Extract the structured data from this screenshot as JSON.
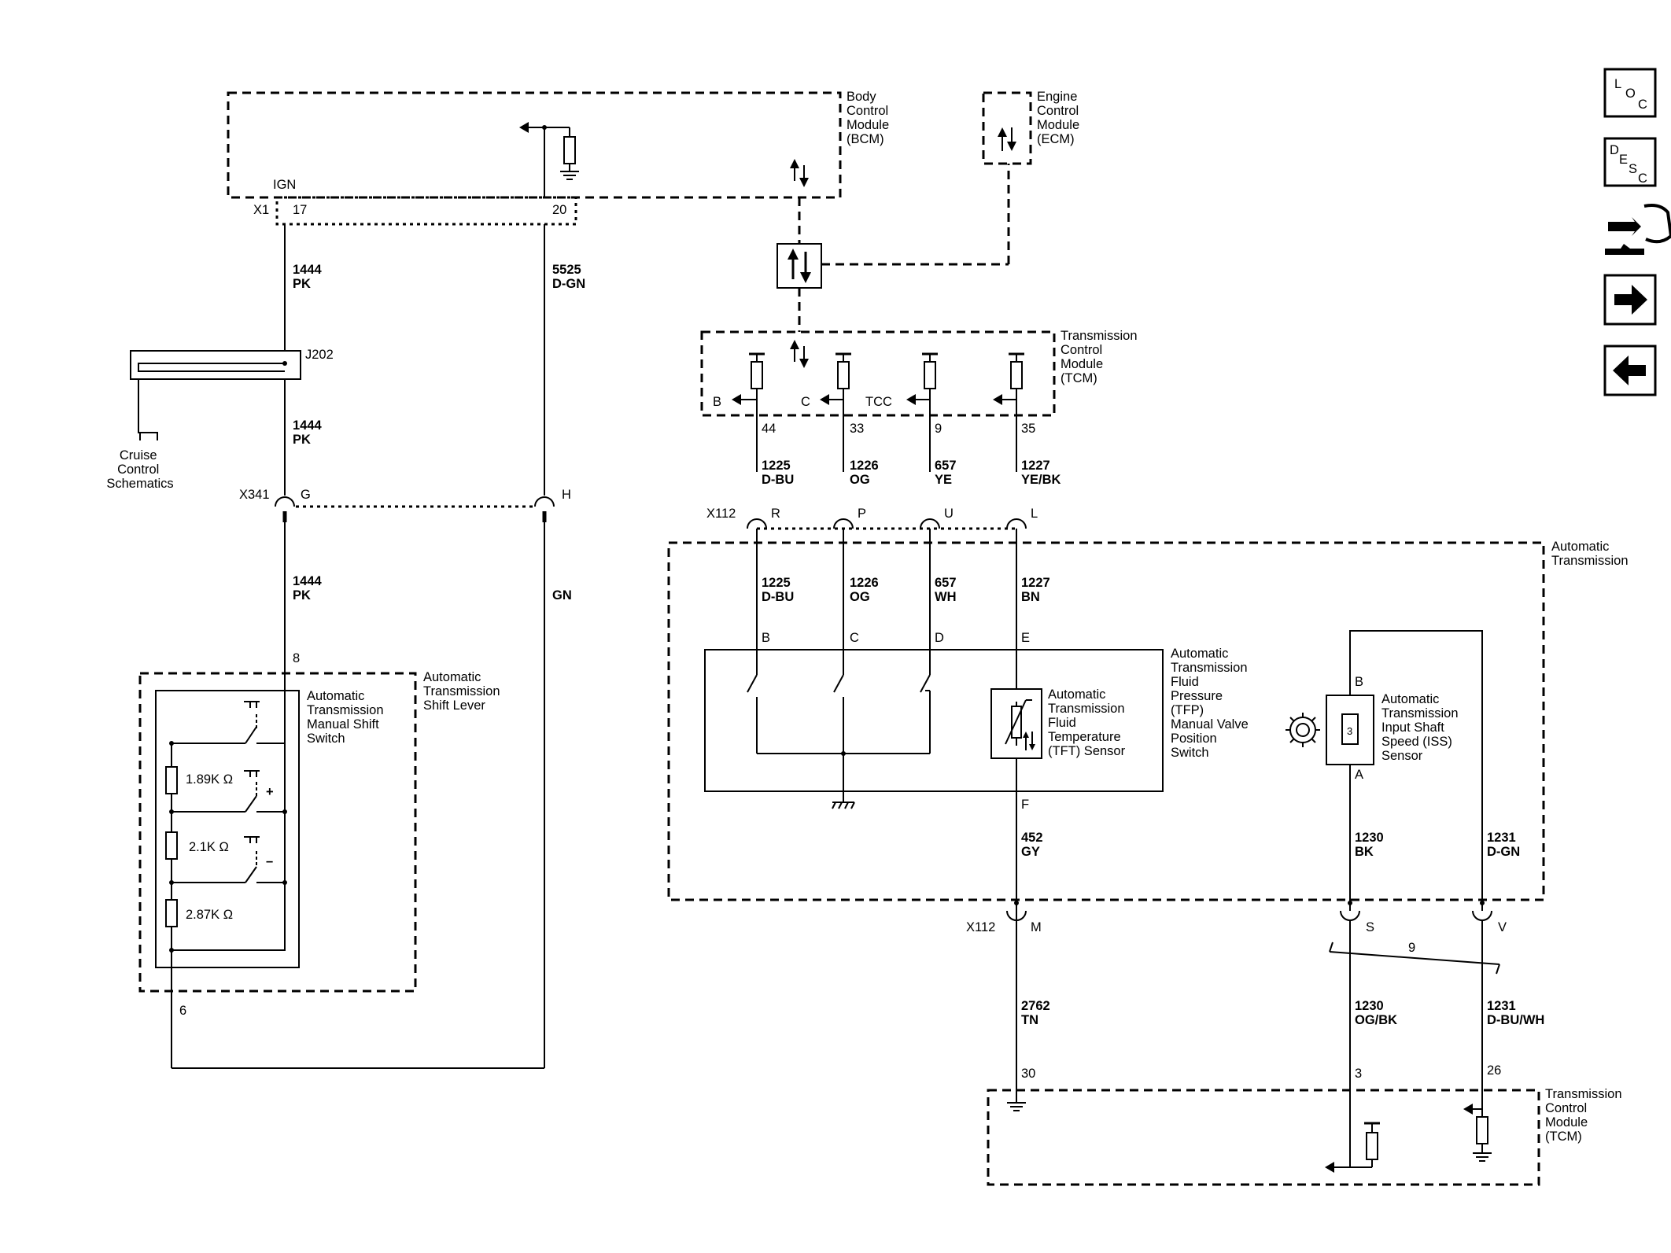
{
  "modules": {
    "bcm": [
      "Body",
      "Control",
      "Module",
      "(BCM)"
    ],
    "ecm": [
      "Engine",
      "Control",
      "Module",
      "(ECM)"
    ],
    "tcm_top": [
      "Transmission",
      "Control",
      "Module",
      "(TCM)"
    ],
    "tcm_bottom": [
      "Transmission",
      "Control",
      "Module",
      "(TCM)"
    ],
    "auto_trans": [
      "Automatic",
      "Transmission"
    ],
    "shift_lever": [
      "Automatic",
      "Transmission",
      "Shift Lever"
    ]
  },
  "components": {
    "manual_shift_switch": [
      "Automatic",
      "Transmission",
      "Manual Shift",
      "Switch"
    ],
    "tfp_switch": [
      "Automatic",
      "Transmission",
      "Fluid",
      "Pressure",
      "(TFP)",
      "Manual Valve",
      "Position",
      "Switch"
    ],
    "tft_sensor": [
      "Automatic",
      "Transmission",
      "Fluid",
      "Temperature",
      "(TFT) Sensor"
    ],
    "iss_sensor": [
      "Automatic",
      "Transmission",
      "Input Shaft",
      "Speed (ISS)",
      "Sensor"
    ],
    "cruise": [
      "Cruise",
      "Control",
      "Schematics"
    ]
  },
  "resistors": {
    "r1": "1.89K Ω",
    "r2": "2.1K Ω",
    "r3": "2.87K Ω"
  },
  "switch_signs": {
    "plus": "+",
    "minus": "–"
  },
  "connectors": {
    "x1": "X1",
    "x341": "X341",
    "x112_top": "X112",
    "x112_bottom": "X112",
    "j202": "J202",
    "ign": "IGN"
  },
  "pins": {
    "bcm_17": "17",
    "bcm_20": "20",
    "x341_g": "G",
    "x341_h": "H",
    "lever_8": "8",
    "lever_6": "6",
    "tcm_b": "B",
    "tcm_c": "C",
    "tcm_tcc": "TCC",
    "tcm_44": "44",
    "tcm_33": "33",
    "tcm_9": "9",
    "tcm_35": "35",
    "x112_r": "R",
    "x112_p": "P",
    "x112_u": "U",
    "x112_l": "L",
    "sw_b": "B",
    "sw_c": "C",
    "sw_d": "D",
    "sw_e": "E",
    "sw_f": "F",
    "iss_b": "B",
    "iss_a": "A",
    "x112_m": "M",
    "x112_s": "S",
    "x112_v": "V",
    "tcm_30": "30",
    "tcm_3": "3",
    "tcm_26": "26"
  },
  "wires": {
    "w1444a": {
      "circuit": "1444",
      "color": "PK"
    },
    "w1444b": {
      "circuit": "1444",
      "color": "PK"
    },
    "w1444c": {
      "circuit": "1444",
      "color": "PK"
    },
    "w5525": {
      "circuit": "5525",
      "color": "D-GN"
    },
    "w_gn": {
      "color": "GN"
    },
    "w1225a": {
      "circuit": "1225",
      "color": "D-BU"
    },
    "w1226a": {
      "circuit": "1226",
      "color": "OG"
    },
    "w657a": {
      "circuit": "657",
      "color": "YE"
    },
    "w1227a": {
      "circuit": "1227",
      "color": "YE/BK"
    },
    "w1225b": {
      "circuit": "1225",
      "color": "D-BU"
    },
    "w1226b": {
      "circuit": "1226",
      "color": "OG"
    },
    "w657b": {
      "circuit": "657",
      "color": "WH"
    },
    "w1227b": {
      "circuit": "1227",
      "color": "BN"
    },
    "w452": {
      "circuit": "452",
      "color": "GY"
    },
    "w1230a": {
      "circuit": "1230",
      "color": "BK"
    },
    "w1231a": {
      "circuit": "1231",
      "color": "D-GN"
    },
    "w2762": {
      "circuit": "2762",
      "color": "TN"
    },
    "w1230b": {
      "circuit": "1230",
      "color": "OG/BK"
    },
    "w1231b": {
      "circuit": "1231",
      "color": "D-BU/WH"
    },
    "twist": "9"
  },
  "nav": {
    "loc": [
      "L",
      "O",
      "C"
    ],
    "desc": [
      "D",
      "E",
      "S",
      "C"
    ]
  }
}
